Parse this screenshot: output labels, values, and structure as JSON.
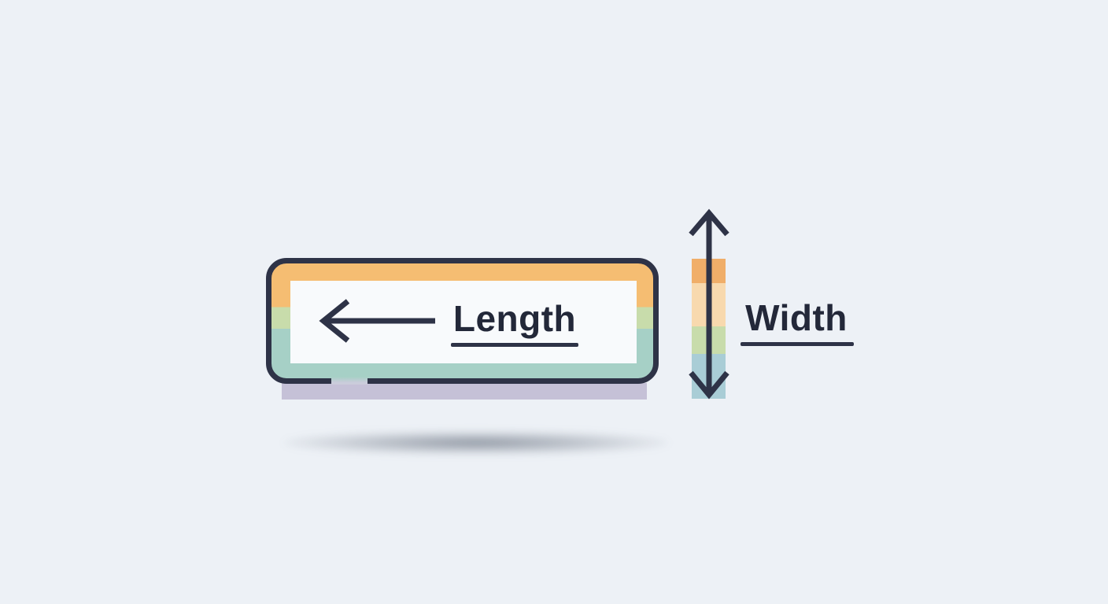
{
  "diagram": {
    "title": "length-width-dimension-diagram",
    "labels": {
      "length": "Length",
      "width": "Width"
    },
    "icons": {
      "length_arrow": "left-arrow-icon",
      "width_arrow": "vertical-double-arrow-icon"
    }
  },
  "colors": {
    "background": "#edf1f6",
    "navy": "#2e3347",
    "text": "#232839",
    "orange": "#f5bd72",
    "bar_orange": "#f0ae69",
    "peach": "#f8d9ae",
    "green": "#c8dcab",
    "teal": "#a6d0c6",
    "blue": "#a9cdd6",
    "purple": "#c5c1d7",
    "white_panel": "#f8fafc",
    "gap": "#cbccdb"
  }
}
